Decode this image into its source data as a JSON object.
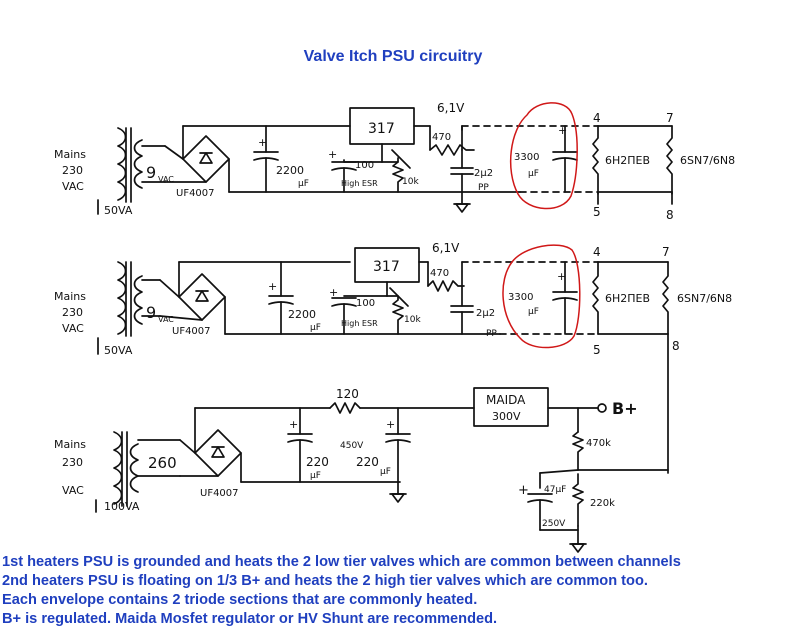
{
  "title": "Valve Itch PSU circuitry",
  "circuits": {
    "heater1": {
      "mains_line1": "Mains",
      "mains_line2": "230",
      "mains_line3": "VAC",
      "secondary": "9",
      "secondary_unit": "VAC",
      "va": "50VA",
      "diode": "UF4007",
      "cap_main": "2200",
      "cap_main_unit": "µF",
      "regulator": "317",
      "res": "470",
      "output_voltage": "6,1V",
      "cap_adj": "100",
      "cap_adj_note": "High ESR",
      "pot": "10k",
      "cap_film": "2µ2",
      "cap_film_type": "PP",
      "cap_big": "3300",
      "cap_big_unit": "µF",
      "valve_a": "6H2ΠEB",
      "valve_b": "6SN7/6N8",
      "pin_top_a": "4",
      "pin_top_b": "7",
      "pin_bot_a": "5",
      "pin_bot_b": "8"
    },
    "heater2": {
      "mains_line1": "Mains",
      "mains_line2": "230",
      "mains_line3": "VAC",
      "secondary": "9",
      "secondary_unit": "VAC",
      "va": "50VA",
      "diode": "UF4007",
      "cap_main": "2200",
      "cap_main_unit": "µF",
      "regulator": "317",
      "res": "470",
      "output_voltage": "6,1V",
      "cap_adj": "100",
      "cap_adj_note": "High ESR",
      "pot": "10k",
      "cap_film": "2µ2",
      "cap_film_type": "PP",
      "cap_big": "3300",
      "cap_big_unit": "µF",
      "valve_a": "6H2ΠEB",
      "valve_b": "6SN7/6N8",
      "pin_top_a": "4",
      "pin_top_b": "7",
      "pin_bot_a": "5",
      "pin_bot_b": "8"
    },
    "hv": {
      "mains_line1": "Mains",
      "mains_line2": "230",
      "mains_line3": "VAC",
      "secondary": "260",
      "va": "100VA",
      "diode": "UF4007",
      "res": "120",
      "regulator_line1": "MAIDA",
      "regulator_line2": "300V",
      "output_label": "B+",
      "cap_voltage": "450V",
      "cap1": "220",
      "cap1_unit": "µF",
      "cap2": "220",
      "cap2_unit": "µF",
      "res_top": "470k",
      "res_bot": "220k",
      "cap_div": "47µF",
      "cap_div_voltage": "250V"
    }
  },
  "notes": [
    "1st heaters PSU is grounded and heats the 2 low tier valves which are common between channels",
    "2nd heaters PSU is floating on 1/3 B+ and heats the 2 high tier valves which are common too.",
    "Each envelope contains 2 triode sections that are commonly heated.",
    "B+ is regulated. Maida Mosfet regulator or HV Shunt are recommended."
  ],
  "colors": {
    "text_blue": "#1f3fbf",
    "ink": "#111111",
    "highlight_red": "#d01818"
  }
}
